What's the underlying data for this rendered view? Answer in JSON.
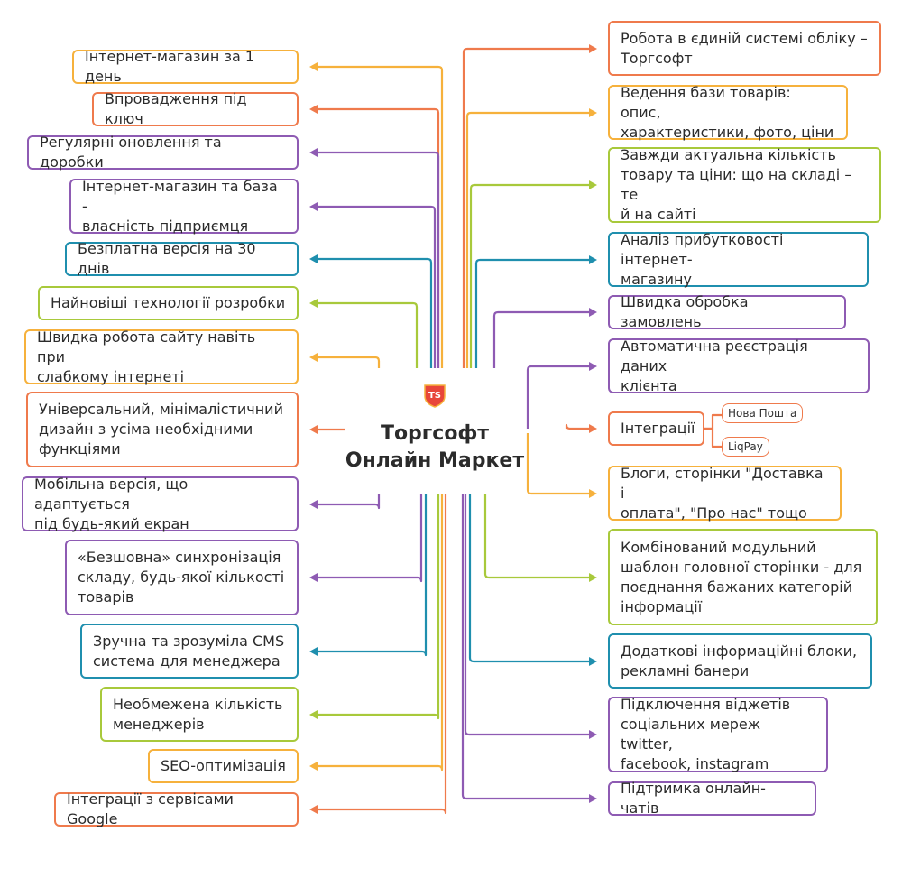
{
  "title": "Торгсофт\nОнлайн Маркет",
  "logo_text": "TS",
  "colors": {
    "orange": "#ef7a4c",
    "yellow": "#f6b13c",
    "purple": "#8e5bb3",
    "teal": "#1f8fae",
    "green": "#a8c93b"
  },
  "left": [
    {
      "text": "Інтернет-магазин за 1 день",
      "color": "yellow"
    },
    {
      "text": "Впровадження під ключ",
      "color": "orange"
    },
    {
      "text": "Регулярні оновлення та доробки",
      "color": "purple"
    },
    {
      "text": "Інтернет-магазин та база -\nвласність підприємця",
      "color": "purple"
    },
    {
      "text": "Безплатна версія на 30 днів",
      "color": "teal"
    },
    {
      "text": "Найновіші технології розробки",
      "color": "green"
    },
    {
      "text": "Швидка робота сайту навіть при\nслабкому інтернеті",
      "color": "yellow"
    },
    {
      "text": "Універсальний, мінімалістичний\nдизайн з усіма необхідними\nфункціями",
      "color": "orange"
    },
    {
      "text": "Мобільна версія, що адаптується\nпід будь-який екран",
      "color": "purple"
    },
    {
      "text": "«Безшовна» синхронізація\nскладу, будь-якої кількості\nтоварів",
      "color": "purple"
    },
    {
      "text": "Зручна та зрозуміла CMS\nсистема для менеджера",
      "color": "teal"
    },
    {
      "text": "Необмежена кількість\nменеджерів",
      "color": "green"
    },
    {
      "text": "SEO-оптимізація",
      "color": "yellow"
    },
    {
      "text": "Інтеграції з сервісами Google",
      "color": "orange"
    }
  ],
  "right": [
    {
      "text": "Робота в єдиній системі обліку –\nТоргсофт",
      "color": "orange"
    },
    {
      "text": "Ведення бази товарів: опис,\nхарактеристики, фото, ціни",
      "color": "yellow"
    },
    {
      "text": "Завжди актуальна кількість\nтовару та ціни: що на складі – те\nй на сайті",
      "color": "green"
    },
    {
      "text": "Аналіз прибутковості інтернет-\nмагазину",
      "color": "teal"
    },
    {
      "text": "Швидка обробка замовлень",
      "color": "purple"
    },
    {
      "text": "Автоматична реєстрація даних\nклієнта",
      "color": "purple"
    },
    {
      "text": "Інтеграції",
      "color": "orange"
    },
    {
      "text": "Блоги, сторінки \"Доставка і\nоплата\", \"Про нас\" тощо",
      "color": "yellow"
    },
    {
      "text": "Комбінований модульний\nшаблон головної сторінки - для\nпоєднання бажаних категорій\nінформації",
      "color": "green"
    },
    {
      "text": "Додаткові інформаційні блоки,\nрекламні банери",
      "color": "teal"
    },
    {
      "text": "Підключення віджетів\nсоціальних мереж twitter,\nfacebook, instagram",
      "color": "purple"
    },
    {
      "text": "Підтримка онлайн-чатів",
      "color": "purple"
    }
  ],
  "integrations": [
    "Нова Пошта",
    "LiqPay"
  ]
}
